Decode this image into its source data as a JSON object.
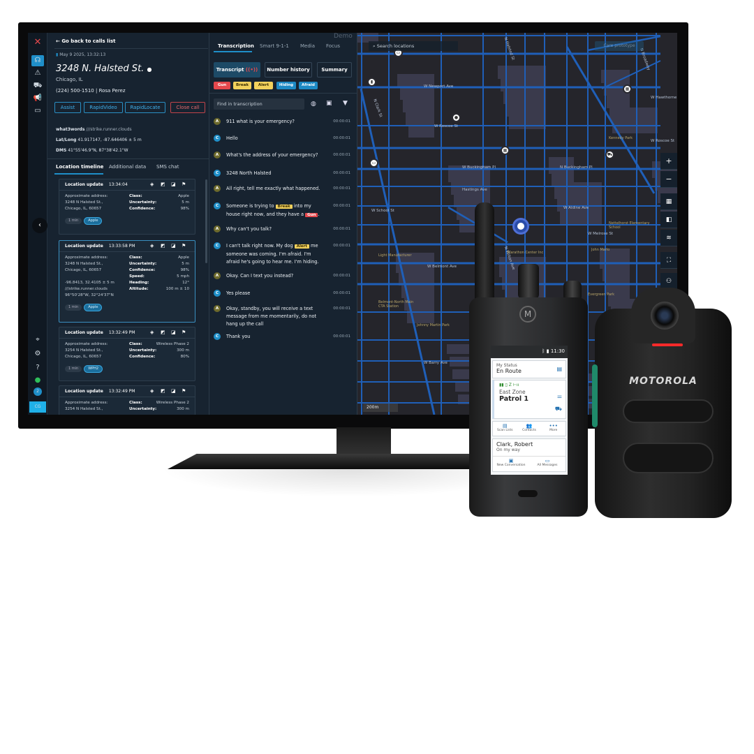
{
  "rail": {
    "icons": [
      "app-logo-x",
      "headset-icon",
      "warning-icon",
      "car-icon",
      "megaphone-icon",
      "chat-icon",
      "map-pin-gear-icon",
      "settings-icon",
      "help-icon",
      "status-ok-icon",
      "notification-count"
    ],
    "notif_count": "2",
    "user_initials": "CG"
  },
  "call": {
    "back_label": "Go back to calls list",
    "date": "May 9 2025, 13:32:13",
    "address": "3248 N. Halsted St.",
    "city": "Chicago, IL",
    "phone": "(224) 500-1510",
    "caller": "Rosa Perez",
    "actions": [
      "Assist",
      "RapidVideo",
      "RapidLocate",
      "Close call"
    ],
    "what3words_label": "what3words",
    "what3words": "///strike.runner.clouds",
    "latlong_label": "Lat/Long",
    "latlong": "41.917147, -87.646406 ± 5 m",
    "dms_label": "DMS",
    "dms": "41°55'46.9\"N, 87°38'42.1\"W"
  },
  "left_tabs": [
    "Location timeline",
    "Additional data",
    "SMS chat"
  ],
  "timeline": [
    {
      "title": "Location update",
      "time": "13:34:04",
      "addr_label": "Approximate address:",
      "addr1": "3248 N Halsted St.,",
      "addr2": "Chicago, IL, 60657",
      "extra": [],
      "kv": [
        [
          "Class:",
          "Apple"
        ],
        [
          "Uncertainty:",
          "5 m"
        ],
        [
          "Confidence:",
          "98%"
        ]
      ],
      "pills": [
        "1 min",
        "Apple"
      ]
    },
    {
      "title": "Location update",
      "time": "13:33:58 PM",
      "addr_label": "Approximate address:",
      "addr1": "3248 N Halsted St.,",
      "addr2": "Chicago, IL, 60657",
      "extra": [
        "-96.8413, 32.4105 ± 5 m",
        "///strike.runner.clouds",
        "96°50'28\"W, 32°24'37\"N"
      ],
      "kv": [
        [
          "Class:",
          "Apple"
        ],
        [
          "Uncertainty:",
          "5 m"
        ],
        [
          "Confidence:",
          "98%"
        ],
        [
          "Speed:",
          "5 mph"
        ],
        [
          "Heading:",
          "12°"
        ],
        [
          "Altitude:",
          "100 m ± 10"
        ]
      ],
      "pills": [
        "1 min",
        "Apple"
      ]
    },
    {
      "title": "Location update",
      "time": "13:32:49 PM",
      "addr_label": "Approximate address:",
      "addr1": "3254 N Halsted St.,",
      "addr2": "Chicago, IL, 60657",
      "extra": [],
      "kv": [
        [
          "Class:",
          "Wireless Phase 2"
        ],
        [
          "Uncertainty:",
          "300 m"
        ],
        [
          "Confidence:",
          "80%"
        ]
      ],
      "pills": [
        "1 min",
        "WPH2"
      ]
    },
    {
      "title": "Location update",
      "time": "13:32:49 PM",
      "addr_label": "Approximate address:",
      "addr1": "3254 N Halsted St.,",
      "addr2": "",
      "extra": [],
      "kv": [
        [
          "Class:",
          "Wireless Phase 2"
        ],
        [
          "Uncertainty:",
          "300 m"
        ]
      ],
      "pills": []
    }
  ],
  "mid": {
    "tabs": [
      "Transcription",
      "Smart 9-1-1",
      "Media",
      "Focus"
    ],
    "sub_buttons": [
      "Transcript",
      "Number history",
      "Summary"
    ],
    "keywords": [
      {
        "label": "Gun",
        "color": "#e5484d"
      },
      {
        "label": "Break",
        "color": "#f2d15c"
      },
      {
        "label": "Alert",
        "color": "#f2d15c"
      },
      {
        "label": "Hiding",
        "color": "#1d8ac4"
      },
      {
        "label": "Afraid",
        "color": "#1d8ac4"
      }
    ],
    "search_placeholder": "Find in transcription",
    "messages": [
      {
        "who": "A",
        "time": "00:00:01",
        "parts": [
          {
            "t": "911 what is your emergency?"
          }
        ]
      },
      {
        "who": "C",
        "time": "00:00:01",
        "parts": [
          {
            "t": "Hello"
          }
        ]
      },
      {
        "who": "A",
        "time": "00:00:01",
        "parts": [
          {
            "t": "What's the address of your emergency?"
          }
        ]
      },
      {
        "who": "C",
        "time": "00:00:01",
        "parts": [
          {
            "t": "3248 North Halsted"
          }
        ]
      },
      {
        "who": "A",
        "time": "00:00:01",
        "parts": [
          {
            "t": "All right, tell me exactly what happened."
          }
        ]
      },
      {
        "who": "C",
        "time": "00:00:01",
        "parts": [
          {
            "t": "Someone is trying to "
          },
          {
            "tag": "Break",
            "color": "#f2d15c"
          },
          {
            "t": " into my house right now, and they have a "
          },
          {
            "tag": "Gun",
            "color": "#e5484d"
          },
          {
            "t": "."
          }
        ]
      },
      {
        "who": "A",
        "time": "00:00:01",
        "parts": [
          {
            "t": "Why can't you talk?"
          }
        ]
      },
      {
        "who": "C",
        "time": "00:00:01",
        "parts": [
          {
            "t": "I can't talk right now. My dog "
          },
          {
            "tag": "Alert",
            "color": "#f2d15c"
          },
          {
            "t": " me someone was coming. I'm afraid. I'm afraid he's going to hear me. I'm hiding."
          }
        ]
      },
      {
        "who": "A",
        "time": "00:00:01",
        "parts": [
          {
            "t": "Okay. Can I text you instead?"
          }
        ]
      },
      {
        "who": "C",
        "time": "00:00:01",
        "parts": [
          {
            "t": "Yes please"
          }
        ]
      },
      {
        "who": "A",
        "time": "00:00:01",
        "parts": [
          {
            "t": "Okay, standby, you will receive a text message from me momentarily, do not hang up the call"
          }
        ]
      },
      {
        "who": "C",
        "time": "00:00:01",
        "parts": [
          {
            "t": "Thank you"
          }
        ]
      }
    ]
  },
  "map": {
    "search_placeholder": "Search locations",
    "overlay_text": "Demo",
    "prototype_label": "Care prototype",
    "scale": "200m",
    "streets": [
      "W Newport Ave",
      "W Roscoe St",
      "W Buckingham Pl",
      "N Buckingham Pl",
      "Hastings Ave",
      "W Aldine Ave",
      "W School St",
      "W Melrose St",
      "W Belmont Ave",
      "W Barry Ave",
      "N Clark St",
      "N Halsted St",
      "N Broadway",
      "W Hawthorne",
      "W Roscoe St",
      "N Wilton Ave"
    ],
    "places": [
      "Nettelhorst Elementary School",
      "Marathon Center Inc",
      "Light Manufacturer",
      "Belmont-North Main CTA Station",
      "Johnny Martin Park",
      "Evergreen Park",
      "John Marlo",
      "Kennedy Park"
    ],
    "controls": [
      "zoom-in",
      "zoom-out",
      "qr-icon",
      "legend-icon",
      "layers-icon",
      "fullscreen-icon",
      "people-icon"
    ]
  },
  "radio": {
    "brand": "Motorola",
    "time": "11:30",
    "status_label": "My Status",
    "status": "En Route",
    "zone": "East Zone",
    "channel": "Patrol 1",
    "actions": [
      "Scan Lists",
      "Contacts",
      "More"
    ],
    "contact": "Clark, Robert",
    "contact_msg": "On my way",
    "bottom": [
      "New Conversation",
      "All Messages"
    ]
  },
  "bodycam": {
    "brand": "MOTOROLA"
  },
  "colors": {
    "accent": "#1f8fc9",
    "danger": "#e5484d",
    "warning": "#f2d15c",
    "panel": "#172330",
    "road": "#1f5fb8"
  }
}
